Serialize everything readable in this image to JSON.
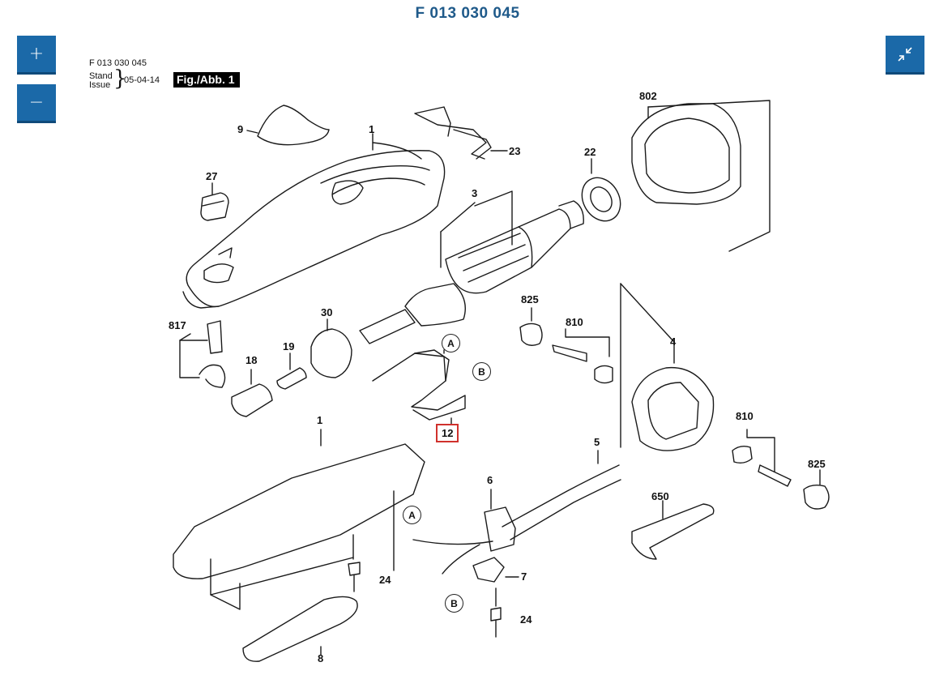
{
  "header": {
    "title": "F 013 030 045"
  },
  "controls": {
    "zoom_in_symbol": "+",
    "zoom_out_symbol": "−",
    "fullscreen_symbol": "⤡"
  },
  "doc_meta": {
    "code": "F 013 030 045",
    "stand": "Stand",
    "issue": "Issue",
    "date": "05-04-14",
    "figure": "Fig./Abb. 1"
  },
  "colors": {
    "accent": "#1b69a8",
    "title": "#1f5a8a",
    "highlight": "#d0312d"
  },
  "parts": {
    "p9": "9",
    "p1_top": "1",
    "p27": "27",
    "p23": "23",
    "p3": "3",
    "p22": "22",
    "p802": "802",
    "p817": "817",
    "p18": "18",
    "p19": "19",
    "p30": "30",
    "p825_top": "825",
    "p810_top": "810",
    "p4": "4",
    "pA_top": "A",
    "pB_top": "B",
    "p12": "12",
    "p1_bottom": "1",
    "p5": "5",
    "p6": "6",
    "p810_right": "810",
    "p825_right": "825",
    "p650": "650",
    "pA_bottom": "A",
    "p7": "7",
    "pB_bottom": "B",
    "p24_left": "24",
    "p24_bottom": "24",
    "p8": "8"
  }
}
